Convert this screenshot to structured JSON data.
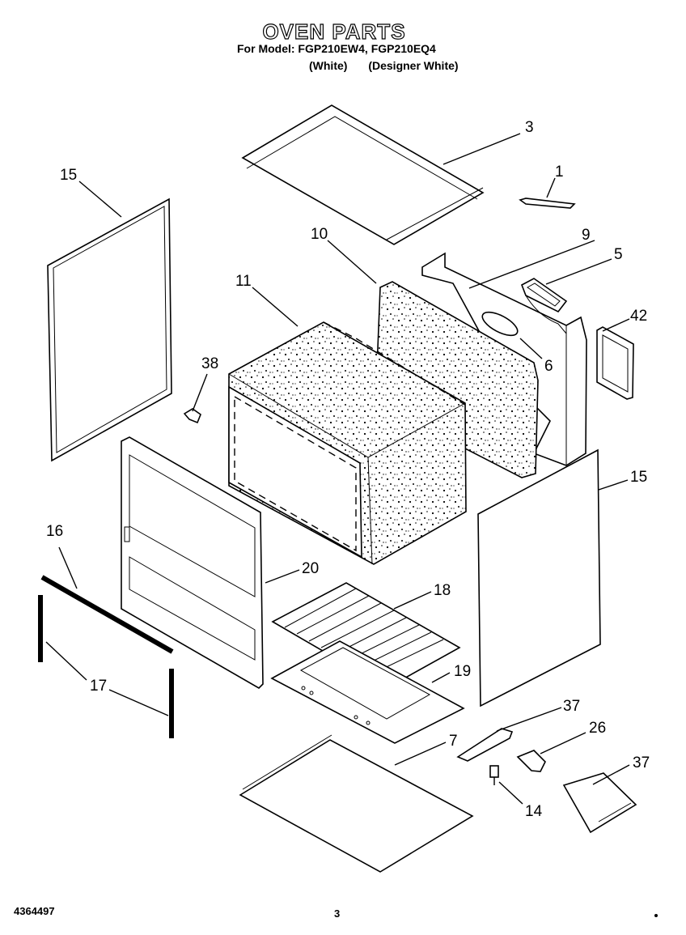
{
  "header": {
    "title": "OVEN PARTS",
    "model_line": "For Model: FGP210EW4, FGP210EQ4",
    "variants": [
      "(White)",
      "(Designer White)"
    ]
  },
  "footer": {
    "document_number": "4364497",
    "page_number": "3"
  },
  "callouts": [
    "3",
    "1",
    "15",
    "10",
    "9",
    "5",
    "11",
    "42",
    "38",
    "6",
    "15",
    "16",
    "20",
    "18",
    "19",
    "17",
    "37",
    "26",
    "7",
    "37",
    "14"
  ]
}
